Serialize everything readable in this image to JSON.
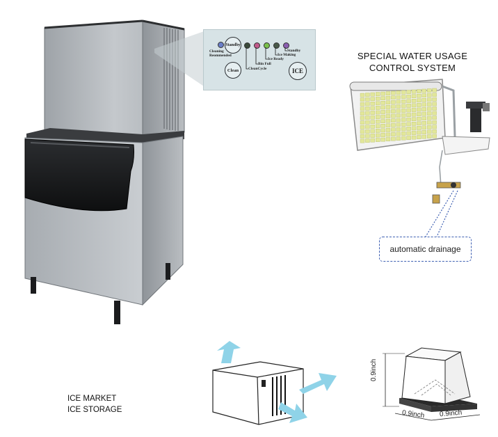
{
  "control_panel": {
    "labels": {
      "cleaning_recommended": [
        "Cleaning",
        "Reommended"
      ],
      "standby_button": "Standby",
      "clean_cycle": "CleanCycle",
      "bin_full": "Bin Full",
      "ice_ready": "Ice Ready",
      "ice_making": "Ice Making",
      "standby_led": "Standby",
      "clean_button": "Clean",
      "ice_button": "ICE"
    }
  },
  "water_system": {
    "title_line1": "SPECIAL WATER USAGE",
    "title_line2": "CONTROL SYSTEM",
    "callout": "automatic drainage"
  },
  "usage": {
    "line1": "ICE MARKET",
    "line2": "ICE STORAGE"
  },
  "ice_cube": {
    "height_label": "0.9inch",
    "width_label": "0.9inch",
    "depth_label": "0.9inch"
  },
  "colors": {
    "airflow_arrow": "#8fd3e8",
    "callout_border": "#3d5fb2",
    "panel_bg": "#d7e3e6",
    "led_purple": "#8a5fb0",
    "led_green": "#7ac04a",
    "led_pink": "#c05a8a",
    "led_blue": "#6a7fc8"
  }
}
